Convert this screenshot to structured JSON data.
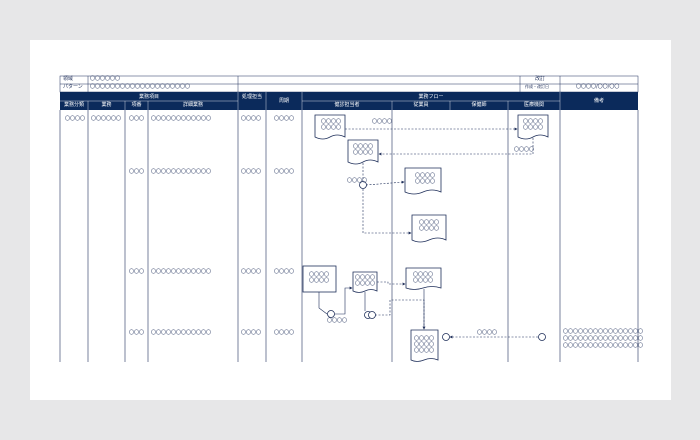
{
  "info": {
    "domain_label": "領域",
    "domain_value": "〇〇〇〇〇〇",
    "pattern_label": "パターン",
    "pattern_value": "〇〇〇〇〇〇〇〇〇〇〇〇〇〇〇〇〇〇〇〇",
    "revision_label": "改訂",
    "created_label": "作成・改訂日",
    "created_value": "〇〇〇〇/〇〇/〇〇"
  },
  "header": {
    "business_items": "業務項目",
    "col_category": "業務分類",
    "col_task": "業務",
    "col_item": "項番",
    "col_detail": "詳細業務",
    "col_handler": "処理担当",
    "col_cycle": "周期",
    "flow": "業務フロー",
    "lane_exam": "健診担当者",
    "lane_employee": "従業員",
    "lane_health_nurse": "保健師",
    "lane_medical": "医療機関",
    "col_remarks": "備考"
  },
  "rows": [
    {
      "category": "〇〇〇〇",
      "task": "〇〇〇〇〇〇",
      "item": "〇〇〇",
      "detail": "〇〇〇〇〇〇〇〇〇〇〇〇",
      "handler": "〇〇〇〇",
      "cycle": "〇〇〇〇",
      "remark": ""
    },
    {
      "category": "",
      "task": "",
      "item": "〇〇〇",
      "detail": "〇〇〇〇〇〇〇〇〇〇〇〇",
      "handler": "〇〇〇〇",
      "cycle": "〇〇〇〇",
      "remark": ""
    },
    {
      "category": "",
      "task": "",
      "item": "〇〇〇",
      "detail": "〇〇〇〇〇〇〇〇〇〇〇〇",
      "handler": "〇〇〇〇",
      "cycle": "〇〇〇〇",
      "remark": ""
    },
    {
      "category": "",
      "task": "",
      "item": "〇〇〇",
      "detail": "〇〇〇〇〇〇〇〇〇〇〇〇",
      "handler": "〇〇〇〇",
      "cycle": "〇〇〇〇",
      "remark": "〇〇〇〇〇〇〇〇〇〇〇〇〇〇〇〇"
    }
  ],
  "flow_nodes": {
    "doc_1": "〇〇〇〇\n〇〇〇〇",
    "doc_2": "〇〇〇〇\n〇〇〇〇",
    "doc_3": "〇〇〇〇\n〇〇〇〇",
    "doc_4": "〇〇〇〇\n〇〇〇〇",
    "doc_5": "〇〇〇〇\n〇〇〇〇",
    "box_6": "〇〇〇〇\n〇〇〇〇",
    "doc_7": "〇〇〇〇\n〇〇〇〇",
    "doc_8": "〇〇〇〇\n〇〇〇〇",
    "doc_9": "〇〇〇〇\n〇〇〇〇\n〇〇〇〇"
  },
  "flow_labels": {
    "label_1": "〇〇〇〇",
    "label_2": "〇〇〇〇",
    "label_3": "〇〇〇〇",
    "label_4": "〇〇〇〇",
    "label_5": "〇〇〇〇"
  },
  "remarks_lines": [
    "〇〇〇〇〇〇〇〇〇〇〇〇〇〇〇〇",
    "〇〇〇〇〇〇〇〇〇〇〇〇〇〇〇〇",
    "〇〇〇〇〇〇〇〇〇〇〇〇〇〇〇〇"
  ],
  "colors": {
    "header_bg": "#0b2a5b",
    "line": "#1f2f5a",
    "card": "#ffffff",
    "bg": "#e7e7e8"
  }
}
